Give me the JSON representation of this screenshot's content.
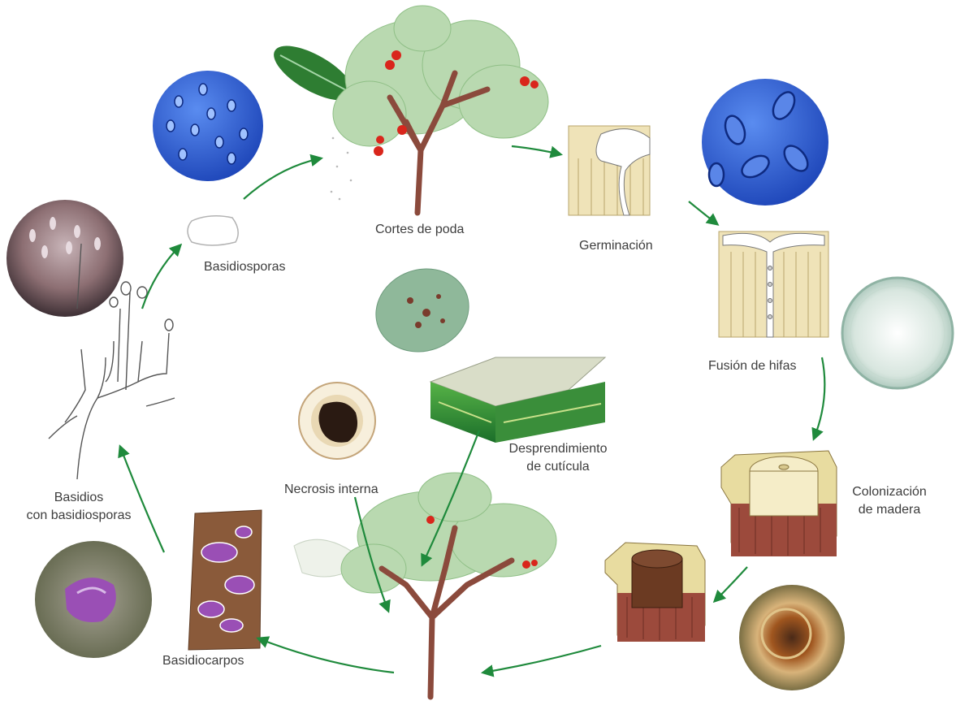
{
  "labels": {
    "cortes": "Cortes de poda",
    "germinacion": "Germinación",
    "basidiosporas": "Basidiosporas",
    "fusion": "Fusión de hifas",
    "desprendimiento_1": "Desprendimiento",
    "desprendimiento_2": "de cutícula",
    "necrosis": "Necrosis interna",
    "colonizacion_1": "Colonización",
    "colonizacion_2": "de madera",
    "basidios_1": "Basidios",
    "basidios_2": "con basidiosporas",
    "basidiocarpos": "Basidiocarpos"
  },
  "colors": {
    "arrow": "#1f8a3c",
    "label_text": "#3d3d3d",
    "spore_blue": "#2f5fd0",
    "trunk": "#8b4a3c",
    "foliage": "#b9d9b0",
    "fruit": "#d9261c",
    "fungus_purple": "#9a4fb5",
    "wood": "#e8dca0"
  }
}
